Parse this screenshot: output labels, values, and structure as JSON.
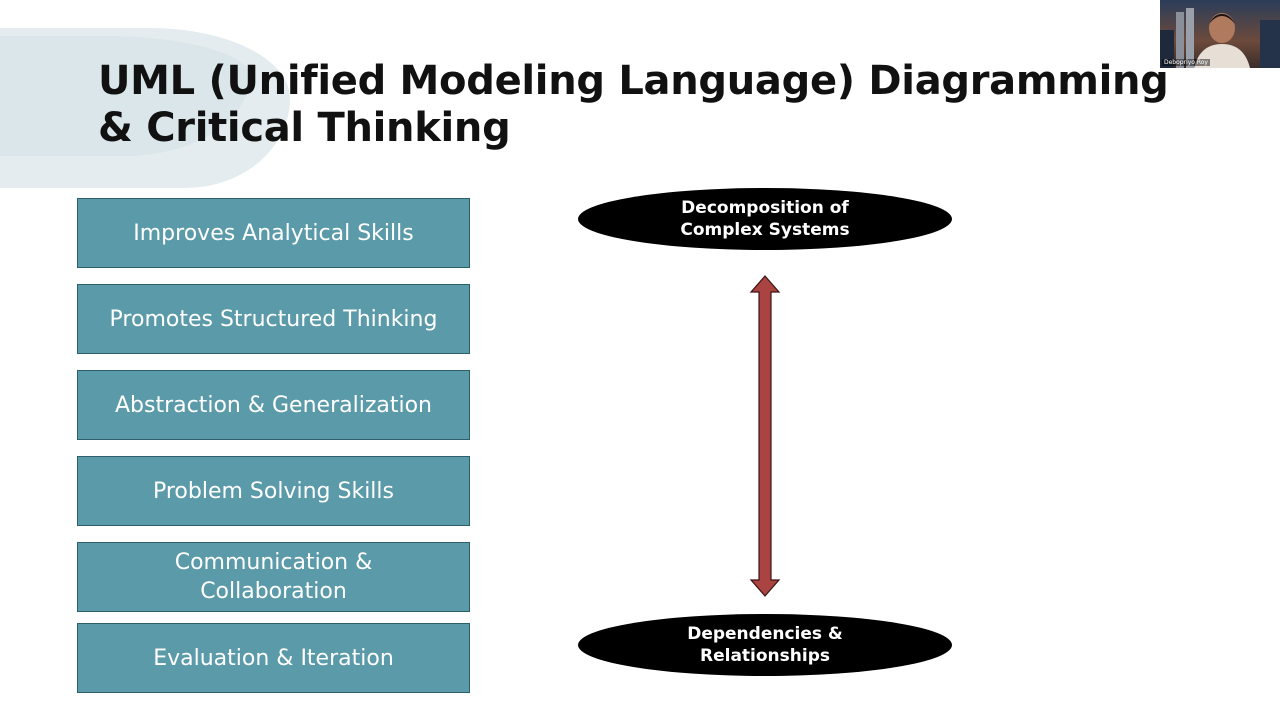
{
  "slide": {
    "title": "UML (Unified Modeling Language) Diagramming & Critical Thinking",
    "benefits": [
      "Improves Analytical Skills",
      "Promotes Structured Thinking",
      "Abstraction & Generalization",
      "Problem Solving Skills",
      "Communication & Collaboration",
      "Evaluation & Iteration"
    ],
    "top_ellipse": "Decomposition of Complex Systems",
    "bottom_ellipse": "Dependencies & Relationships",
    "colors": {
      "box_fill": "#5b9aa9",
      "box_border": "#2d5f6c",
      "arrow_fill": "#a94442",
      "ellipse_fill": "#000000"
    }
  },
  "video": {
    "participant_name": "Debopriyo Roy"
  }
}
